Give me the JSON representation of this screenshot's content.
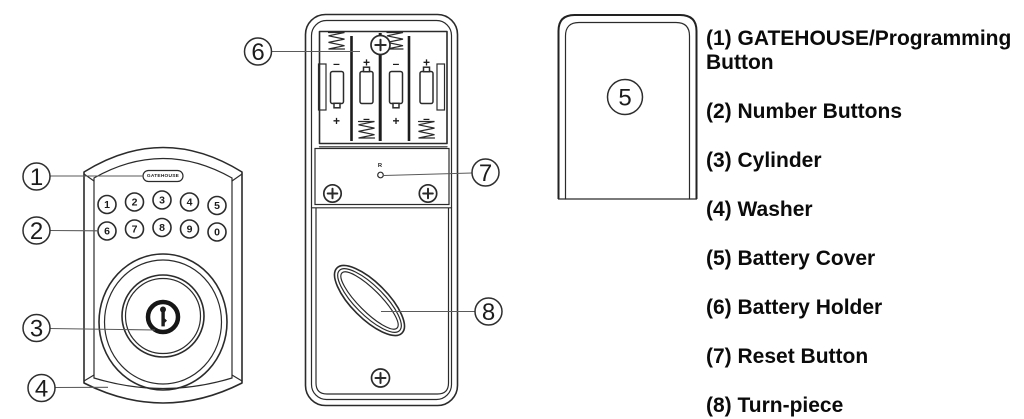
{
  "front_view": {
    "brand_label": "GATEHOUSE",
    "keypad_rows": [
      [
        "1",
        "2",
        "3",
        "4",
        "5"
      ],
      [
        "6",
        "7",
        "8",
        "9",
        "0"
      ]
    ]
  },
  "back_view": {
    "reset_label": "R",
    "battery_slots": [
      {
        "top": "–",
        "bottom": "+"
      },
      {
        "top": "+",
        "bottom": "–"
      },
      {
        "top": "–",
        "bottom": "+"
      },
      {
        "top": "+",
        "bottom": "–"
      }
    ]
  },
  "callouts": {
    "n1": "1",
    "n2": "2",
    "n3": "3",
    "n4": "4",
    "n5": "5",
    "n6": "6",
    "n7": "7",
    "n8": "8"
  },
  "legend": {
    "items": [
      "(1) GATEHOUSE/Programming Button",
      "(2) Number Buttons",
      "(3) Cylinder",
      "(4) Washer",
      "(5) Battery Cover",
      "(6) Battery Holder",
      "(7) Reset Button",
      "(8) Turn-piece"
    ]
  },
  "colors": {
    "line": "#2b2b2b",
    "text": "#0b0b0b",
    "background": "#ffffff"
  }
}
